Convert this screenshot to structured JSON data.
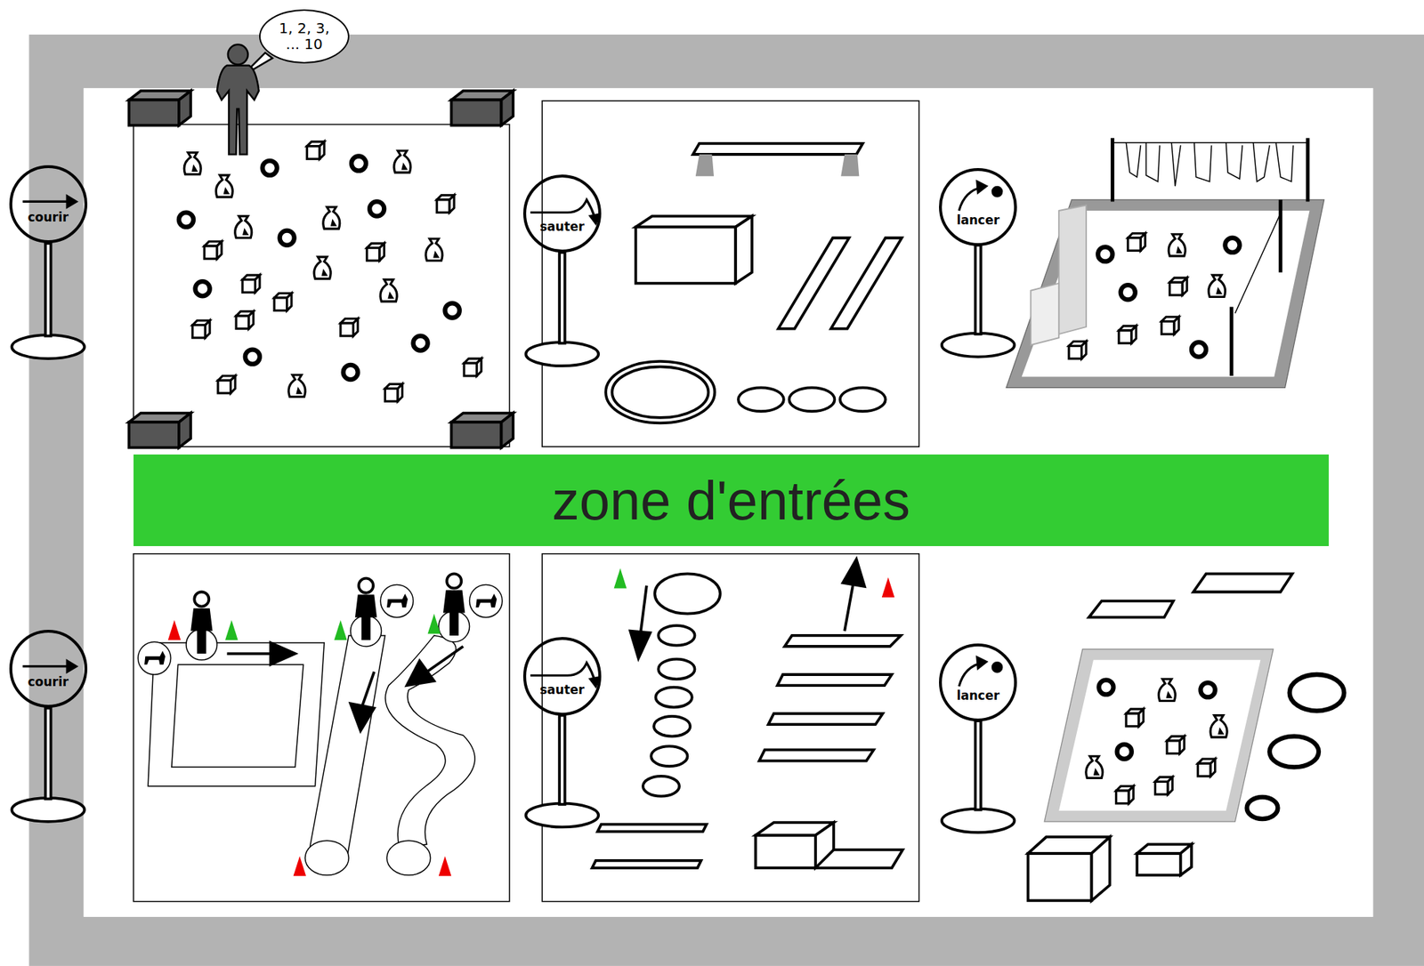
{
  "diagram": {
    "nodes": [
      {
        "text": [
          "1, 2, 3, ... 10"
        ]
      },
      {
        "text": [
          "courir"
        ]
      },
      {
        "text": [
          "sauter"
        ]
      },
      {
        "text": [
          "lancer"
        ]
      },
      {
        "text": [
          "zone d'entrées"
        ]
      },
      {
        "text": [
          "courir"
        ]
      },
      {
        "text": [
          "sauter"
        ]
      },
      {
        "text": [
          "lancer"
        ]
      }
    ]
  }
}
